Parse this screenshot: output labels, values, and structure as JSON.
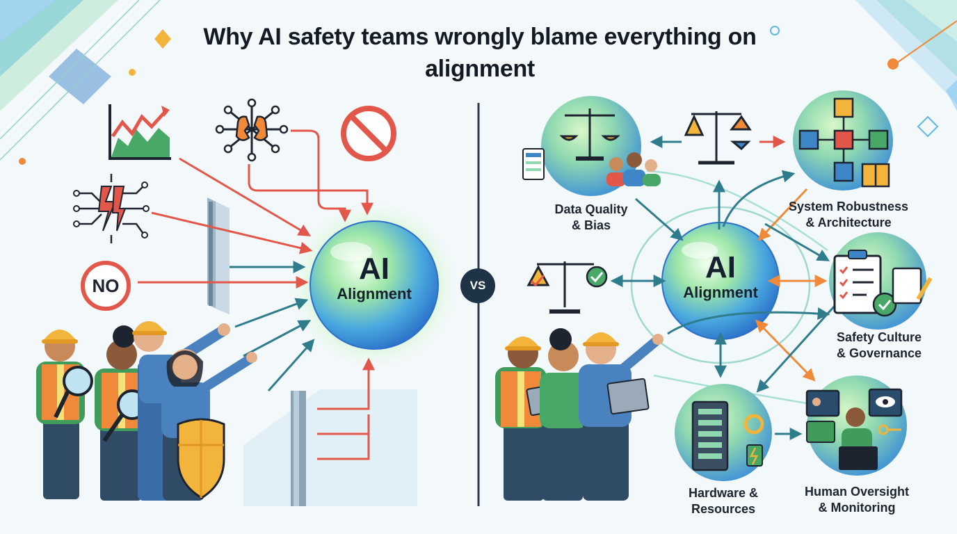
{
  "title": "Why AI safety teams wrongly blame everything on alignment",
  "left_panel": {
    "center_bubble": {
      "line1": "AI",
      "line2": "Alignment"
    },
    "no_sign_text": "NO"
  },
  "vs_label": "VS",
  "right_panel": {
    "center_bubble": {
      "line1": "AI",
      "line2": "Alignment"
    },
    "nodes": [
      {
        "id": "data",
        "label_line1": "Data Quality",
        "label_line2": "& Bias"
      },
      {
        "id": "robust",
        "label_line1": "System Robustness",
        "label_line2": "& Architecture"
      },
      {
        "id": "safety",
        "label_line1": "Safety Culture",
        "label_line2": "& Governance"
      },
      {
        "id": "hardware",
        "label_line1": "Hardware &",
        "label_line2": "Resources"
      },
      {
        "id": "human",
        "label_line1": "Human Oversight",
        "label_line2": "& Monitoring"
      }
    ]
  },
  "colors": {
    "red_arrow": "#e3574a",
    "teal_arrow": "#2f7d8c",
    "orange_arrow": "#f08a3a",
    "bubble_blue": "#3d8fe0",
    "bubble_green": "#8fe07a",
    "divider": "#2b3a4a"
  },
  "icons": [
    "trend-chart-icon",
    "broken-brain-icon",
    "prohibited-icon",
    "broken-circuit-icon",
    "no-sign-icon",
    "wall-icon",
    "scales-icon",
    "flowchart-icon",
    "checklist-icon",
    "server-icon",
    "monitor-icon",
    "shield-icon"
  ]
}
